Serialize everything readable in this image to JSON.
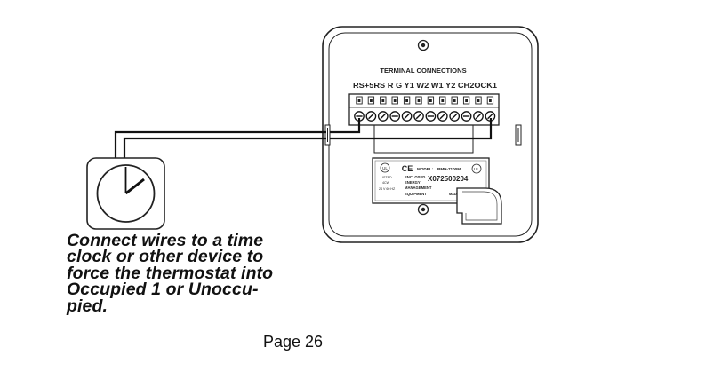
{
  "thermostat": {
    "panel_title": "TERMINAL CONNECTIONS",
    "terminals": [
      "RS",
      "+5",
      "RS",
      "R",
      "G",
      "Y1",
      "W2",
      "W1",
      "Y2",
      "CH",
      "2OC",
      "K1"
    ],
    "label": {
      "model_caption": "MODEL:",
      "model_value": "BMH-7100M",
      "enclosed": "ENCLOSED",
      "energy": "ENERGY",
      "management": "MANAGEMENT",
      "equipment": "EQUIPMENT",
      "serial": "X072500204",
      "listed": "LISTED",
      "listed_code": "4CW",
      "made_in": "MADE IN CHINA",
      "voltage": "24 V 60 HZ",
      "cert_mark_left": "UL",
      "ce_mark": "CE",
      "cert_mark_right": "UL"
    }
  },
  "time_clock": {
    "name": "time clock"
  },
  "caption": {
    "lines": [
      "Connect wires to a time",
      "clock or other device to",
      "force the thermostat into",
      "Occupied 1 or Unoccu-",
      "pied."
    ]
  },
  "footer": {
    "page": "Page 26"
  }
}
